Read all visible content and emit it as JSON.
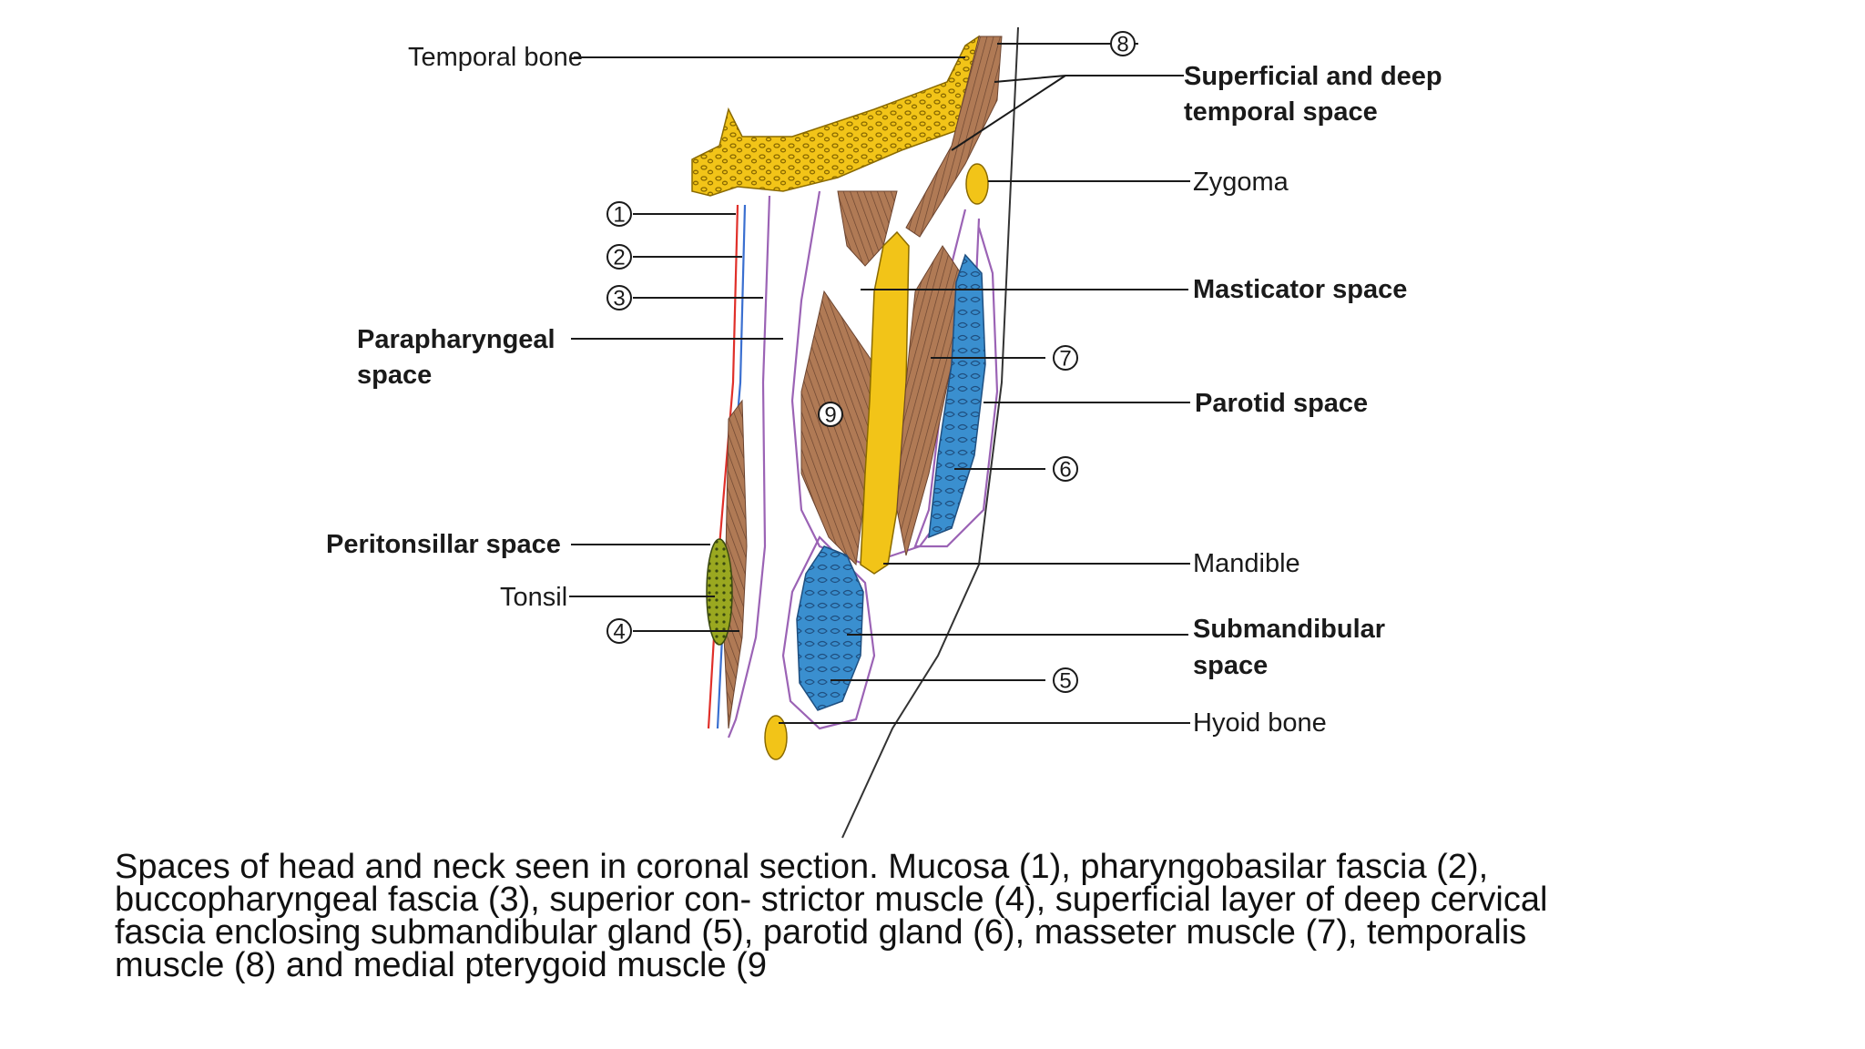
{
  "labels": {
    "temporal_bone": "Temporal bone",
    "superficial_deep_temporal_1": "Superficial and deep",
    "superficial_deep_temporal_2": "temporal space",
    "zygoma": "Zygoma",
    "masticator_space": "Masticator space",
    "parapharyngeal_1": "Parapharyngeal",
    "parapharyngeal_2": "space",
    "parotid_space": "Parotid space",
    "peritonsillar_space": "Peritonsillar space",
    "tonsil": "Tonsil",
    "mandible": "Mandible",
    "submandibular_1": "Submandibular",
    "submandibular_2": "space",
    "hyoid_bone": "Hyoid bone"
  },
  "markers": {
    "m1": "1",
    "m2": "2",
    "m3": "3",
    "m4": "4",
    "m5": "5",
    "m6": "6",
    "m7": "7",
    "m8": "8",
    "m9": "9"
  },
  "caption": {
    "line1": "Spaces of head  and neck seen in coronal  section. Mucosa  (1), pharyngobasilar fascia (2),",
    "line2": "buccopharyngeal fascia (3), superior  con- strictor  muscle  (4), superficial layer of deep cervical",
    "line3": "fascia enclosing submandibular gland  (5), parotid gland  (6), masseter muscle  (7), temporalis",
    "line4": "muscle  (8) and  medial  pterygoid muscle  (9"
  },
  "colors": {
    "bone": "#f2c418",
    "muscle": "#b07a55",
    "gland": "#3a8fcf",
    "fascia": "#9b63b5",
    "mucosa": "#e0302a",
    "pharyngobasilar": "#3a6fd0",
    "tonsil": "#9aa820"
  }
}
